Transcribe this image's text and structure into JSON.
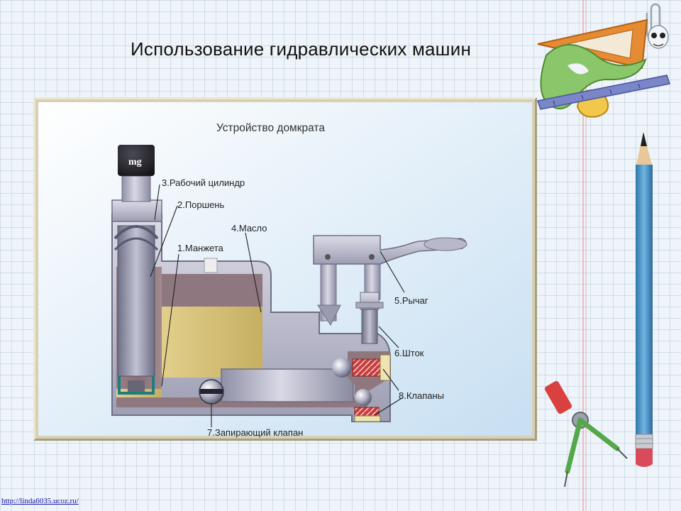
{
  "slide": {
    "title": "Использование гидравлических машин",
    "footer_link": "http://linda6035.ucoz.ru/"
  },
  "diagram": {
    "title": "Устройство домкрата",
    "weight_label": "mg",
    "labels": {
      "working_cylinder": "3.Рабочий цилиндр",
      "piston": "2.Поршень",
      "oil": "4.Масло",
      "cuff": "1.Манжета",
      "lever": "5.Рычаг",
      "rod": "6.Шток",
      "valves": "8.Клапаны",
      "locking_valve": "7.Запирающий клапан"
    }
  },
  "colors": {
    "oil": "#d6c27c",
    "metal": "#a9a9bf",
    "housing": "#8e7a82",
    "spring": "#c44040",
    "pencil": "#3f8fc4"
  }
}
